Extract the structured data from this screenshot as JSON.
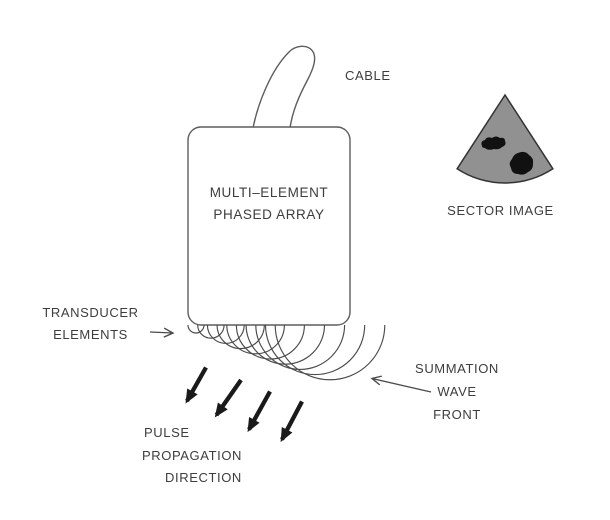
{
  "colors": {
    "background": "#ffffff",
    "outline": "#5d5d5d",
    "arc": "#4b4b4b",
    "text": "#3d3d3d",
    "arrow": "#1a1a1a",
    "sector-fill": "#919191",
    "sector-stroke": "#333333",
    "blob-fill": "#111111"
  },
  "labels": {
    "cable": "CABLE",
    "probe": {
      "line1": "MULTI–ELEMENT",
      "line2": "PHASED ARRAY"
    },
    "sector": "SECTOR IMAGE",
    "transducer_elements": {
      "line1": "TRANSDUCER",
      "line2": "ELEMENTS"
    },
    "summation": {
      "line1": "SUMMATION",
      "line2": "WAVE",
      "line3": "FRONT"
    },
    "pulse": {
      "line1": "PULSE",
      "line2": "PROPAGATION",
      "line3": "DIRECTION"
    }
  }
}
